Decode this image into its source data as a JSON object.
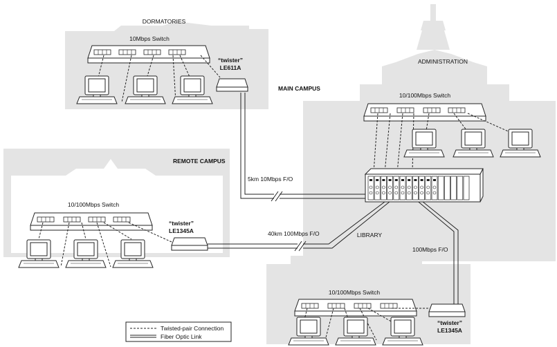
{
  "labels": {
    "dormatories": "DORMATORIES",
    "dorm_switch": "10Mbps Switch",
    "twister_dorm_1": "“twister”",
    "twister_dorm_2": "LE611A",
    "main_campus": "MAIN CAMPUS",
    "administration": "ADMINISTRATION",
    "admin_switch": "10/100Mbps Switch",
    "remote_campus": "REMOTE CAMPUS",
    "remote_switch": "10/100Mbps Switch",
    "twister_remote_1": "“twister”",
    "twister_remote_2": "LE1345A",
    "link_5km": "5km 10Mbps F/O",
    "link_40km": "40km 100Mbps F/O",
    "link_100": "100Mbps F/O",
    "library": "LIBRARY",
    "library_switch": "10/100Mbps Switch",
    "twister_lib_1": "“twister”",
    "twister_lib_2": "LE1345A"
  },
  "legend": {
    "twisted_pair": "Twisted-pair Connection",
    "fiber": "Fiber Optic Link"
  }
}
